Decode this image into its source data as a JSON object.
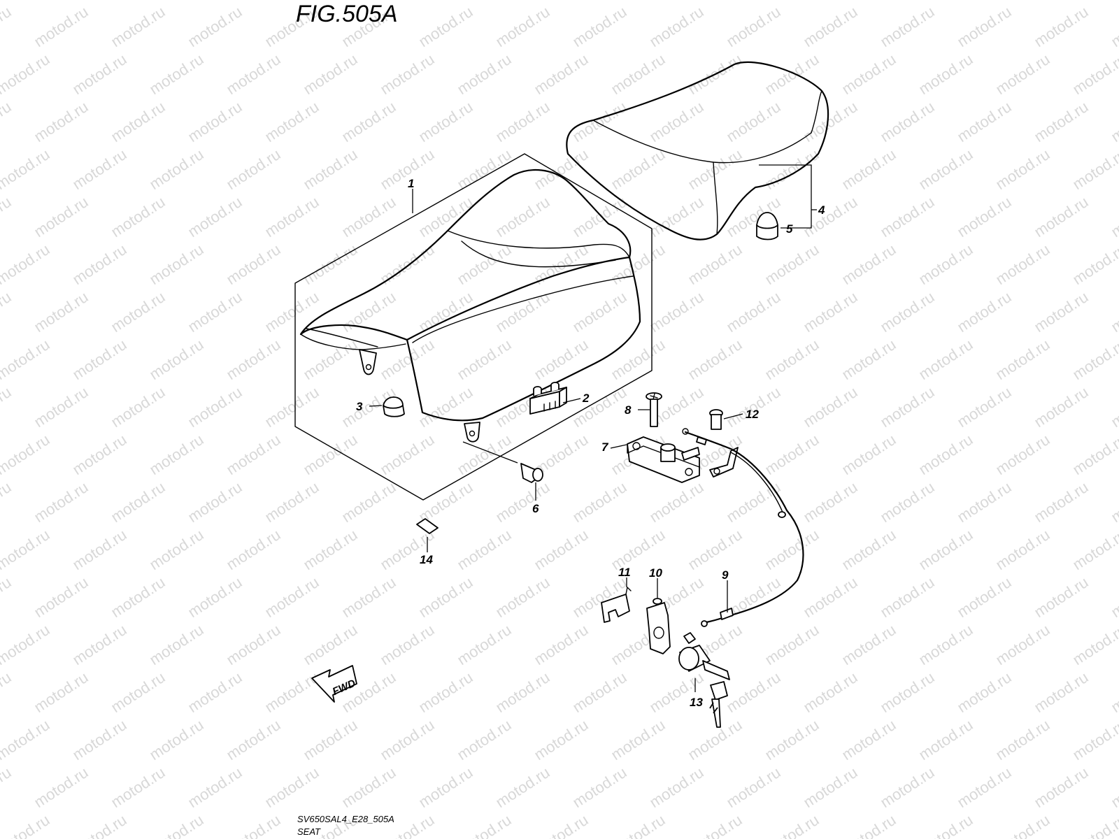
{
  "figure": {
    "title": "FIG.505A",
    "code": "SV650SAL4_E28_505A",
    "name": "SEAT"
  },
  "watermark": "motod.ru",
  "direction_badge": "FWD",
  "callouts": {
    "c1": "1",
    "c2": "2",
    "c3": "3",
    "c4": "4",
    "c5": "5",
    "c6": "6",
    "c7": "7",
    "c8": "8",
    "c9": "9",
    "c10": "10",
    "c11": "11",
    "c12": "12",
    "c13": "13",
    "c14": "14"
  },
  "colors": {
    "line": "#000000",
    "watermark": "#d8d8d8",
    "background": "#ffffff"
  }
}
